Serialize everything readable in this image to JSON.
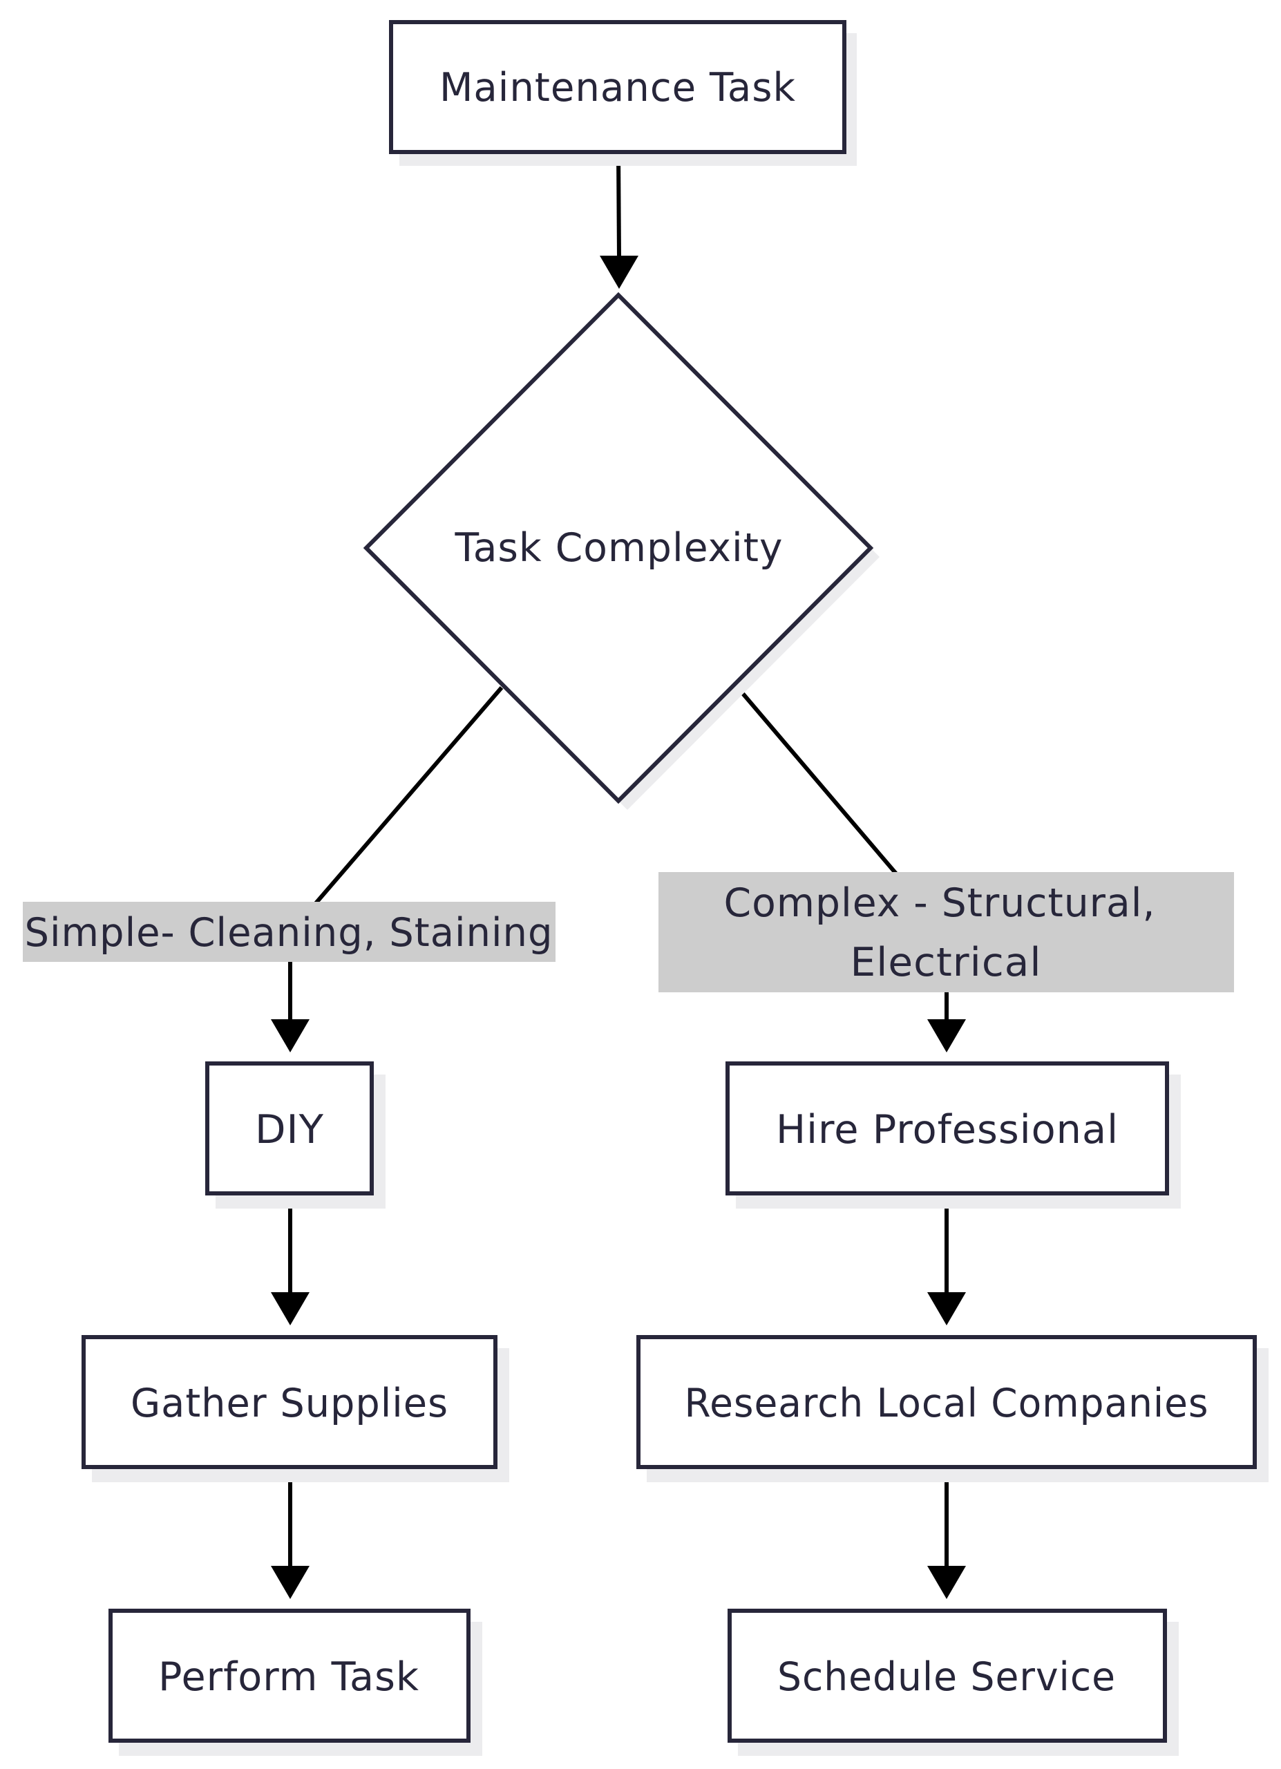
{
  "diagram": {
    "nodes": {
      "maintenance_task": "Maintenance Task",
      "task_complexity": "Task Complexity",
      "diy": "DIY",
      "hire_professional": "Hire Professional",
      "gather_supplies": "Gather Supplies",
      "research_local_companies": "Research Local Companies",
      "perform_task": "Perform Task",
      "schedule_service": "Schedule Service"
    },
    "edge_labels": {
      "simple": "Simple- Cleaning, Staining",
      "complex_line1": "Complex - Structural,",
      "complex_line2": "Electrical"
    },
    "colors": {
      "node_border": "#27263a",
      "node_fill": "#ffffff",
      "edge": "#000000",
      "label_background": "#cdcdcd",
      "text": "#27263a"
    }
  }
}
